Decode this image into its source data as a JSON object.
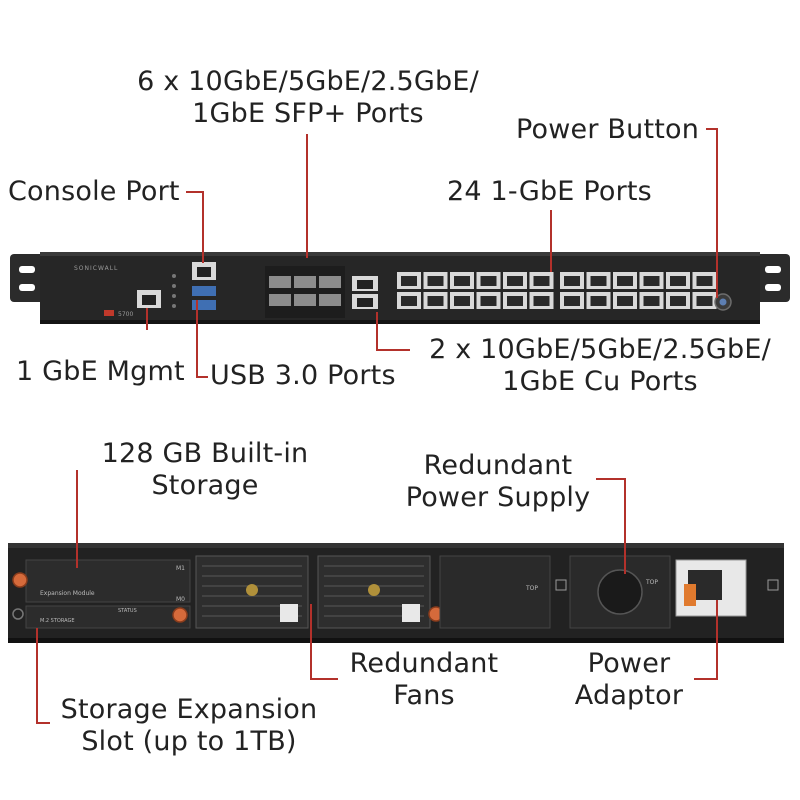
{
  "front": {
    "brand": "SONICWALL",
    "model": "5700",
    "labels": {
      "sfp_ports": [
        "6 x 10GbE/5GbE/2.5GbE/",
        "1GbE SFP+ Ports"
      ],
      "power_button": "Power Button",
      "console_port": "Console Port",
      "gbe_ports": "24 1-GbE Ports",
      "mgmt": "1 GbE Mgmt",
      "usb": "USB 3.0 Ports",
      "cu_ports": [
        "2 x 10GbE/5GbE/2.5GbE/",
        "1GbE Cu Ports"
      ]
    }
  },
  "rear": {
    "expansion_module_text": "Expansion Module",
    "m2_storage_text": "M.2 STORAGE",
    "status_text": "STATUS",
    "top_text": "TOP",
    "labels": {
      "storage": [
        "128 GB Built-in",
        "Storage"
      ],
      "psu": [
        "Redundant",
        "Power Supply"
      ],
      "fans": [
        "Redundant",
        "Fans"
      ],
      "adaptor": [
        "Power",
        "Adaptor"
      ],
      "expansion_slot": [
        "Storage Expansion",
        "Slot (up to 1TB)"
      ]
    }
  },
  "colors": {
    "leader": "#b3312b",
    "chassis": "#232323",
    "port": "#d9d9d9"
  }
}
